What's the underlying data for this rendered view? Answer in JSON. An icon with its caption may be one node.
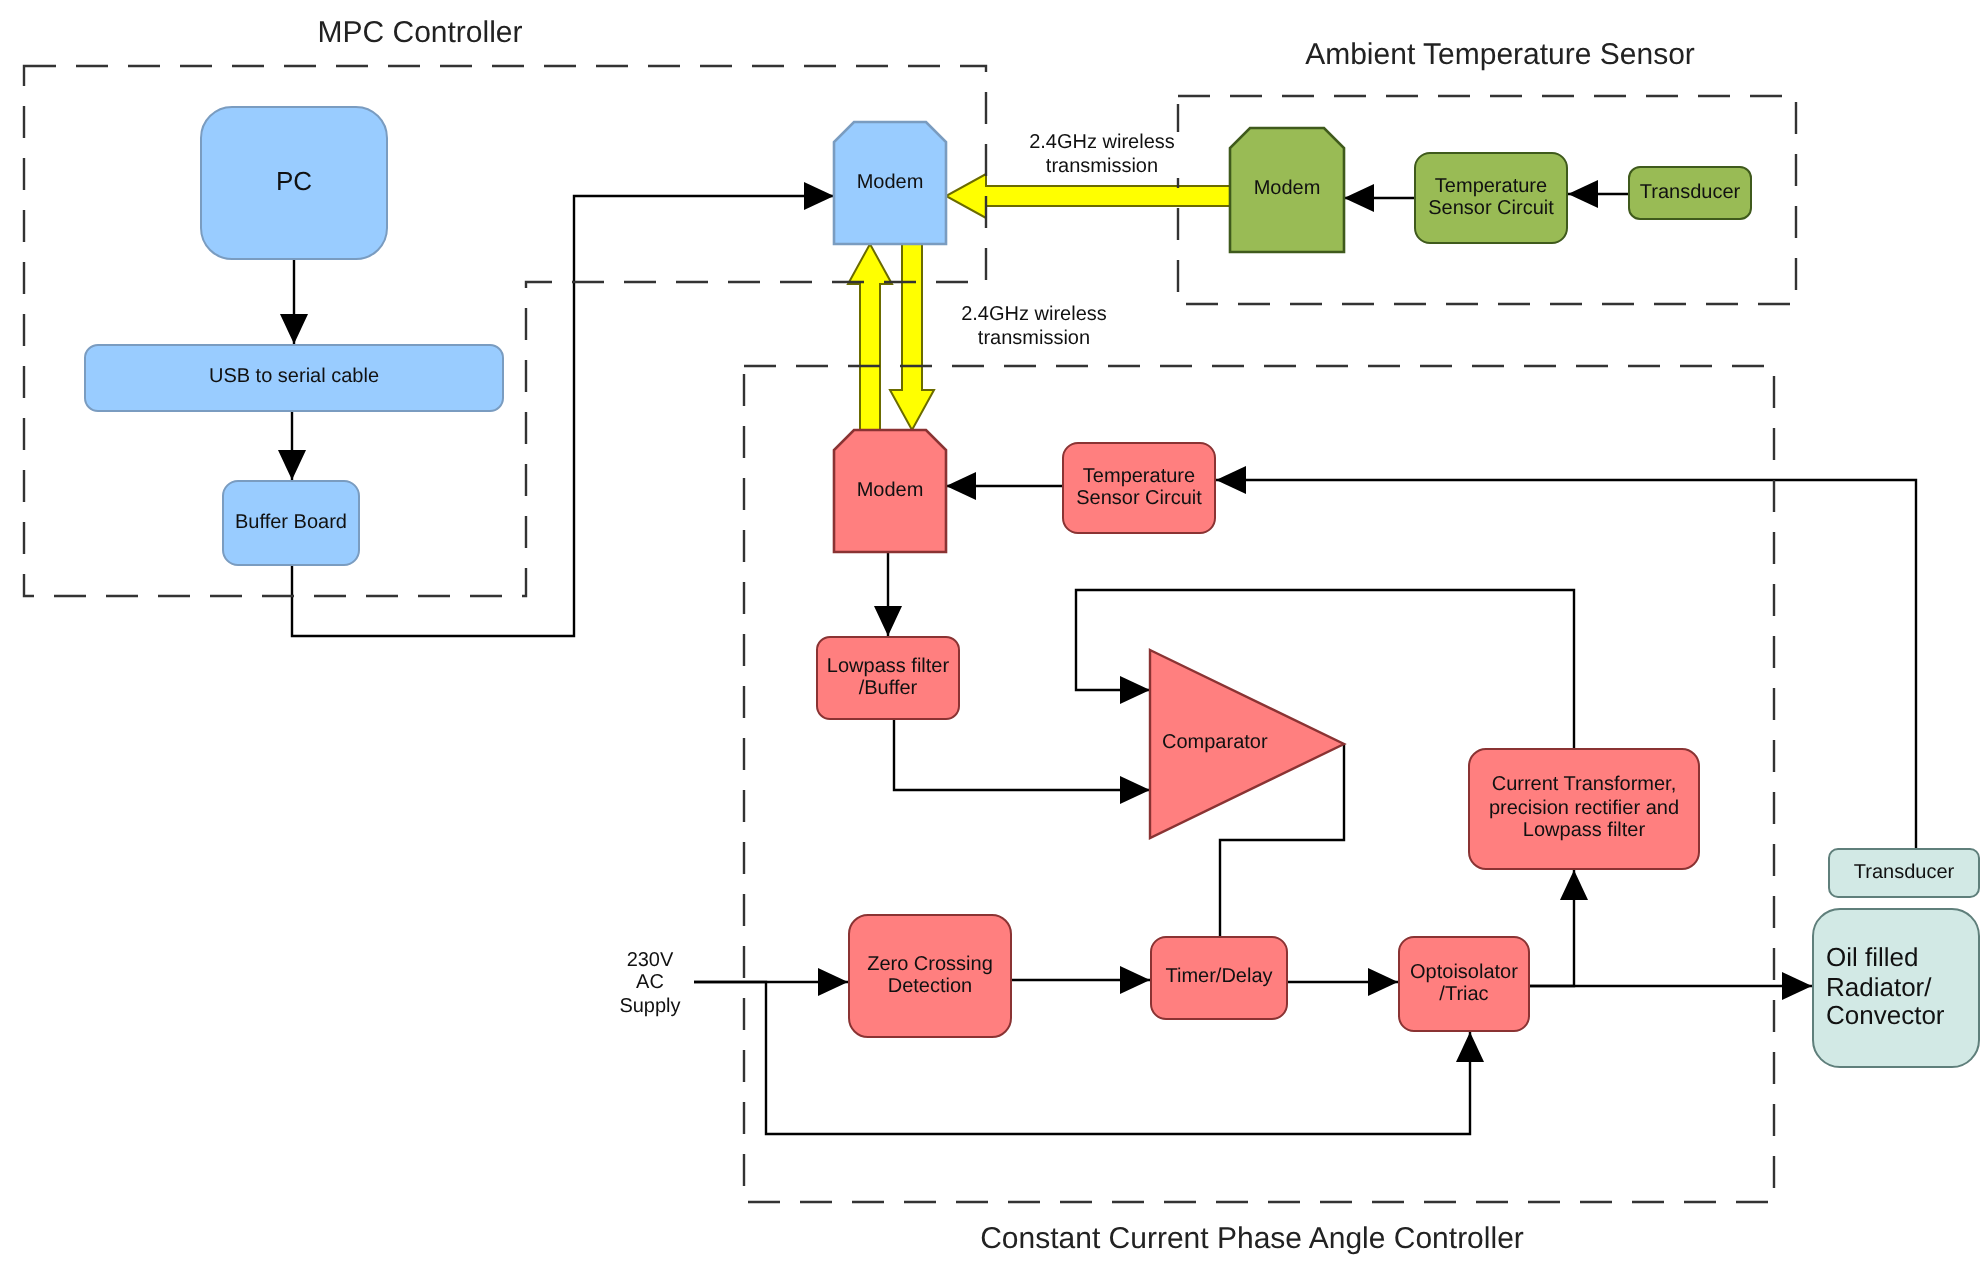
{
  "diagram": {
    "nodes": [
      {
        "text": [
          "MPC Controller"
        ]
      },
      {
        "text": [
          "PC"
        ],
        "in": 0
      },
      {
        "text": [
          "USB to serial cable"
        ],
        "in": 0
      },
      {
        "text": [
          "Buffer Board"
        ],
        "in": 0
      },
      {
        "text": [
          "Modem"
        ],
        "in": 0
      },
      {
        "text": [
          "Ambient Temperature Sensor"
        ]
      },
      {
        "text": [
          "Modem"
        ],
        "in": 5
      },
      {
        "text": [
          "Temperature Sensor Circuit"
        ],
        "in": 5
      },
      {
        "text": [
          "Transducer"
        ],
        "in": 5
      },
      {
        "text": [
          "Constant Current Phase Angle Controller"
        ]
      },
      {
        "text": [
          "Modem"
        ],
        "in": 9
      },
      {
        "text": [
          "Temperature Sensor Circuit"
        ],
        "in": 9
      },
      {
        "text": [
          "Lowpass filter /Buffer"
        ],
        "in": 9
      },
      {
        "text": [
          "Comparator"
        ],
        "in": 9
      },
      {
        "text": [
          "Current Transformer, precision rectifier and Lowpass filter"
        ],
        "in": 9
      },
      {
        "text": [
          "Zero Crossing Detection"
        ],
        "in": 9
      },
      {
        "text": [
          "Timer/Delay"
        ],
        "in": 9
      },
      {
        "text": [
          "Optoisolator /Triac"
        ],
        "in": 9
      },
      {
        "text": [
          "Transducer"
        ]
      },
      {
        "text": [
          "Oil filled Radiator/ Convector"
        ]
      },
      {
        "text": [
          "230V AC Supply"
        ]
      }
    ],
    "edges": [
      {
        "from": 1,
        "to": 2,
        "arrow": "to"
      },
      {
        "from": 2,
        "to": 3,
        "arrow": "to"
      },
      {
        "from": 3,
        "to": 4,
        "arrow": "to"
      },
      {
        "from": 6,
        "to": 4,
        "arrow": "to",
        "label": "2.4GHz wireless transmission",
        "style": "thick",
        "color": "#ffff00"
      },
      {
        "from": 7,
        "to": 6,
        "arrow": "to"
      },
      {
        "from": 8,
        "to": 7,
        "arrow": "to"
      },
      {
        "from": 4,
        "to": 10,
        "arrow": "to",
        "label": "2.4GHz wireless transmission",
        "style": "thick",
        "color": "#ffff00"
      },
      {
        "from": 10,
        "to": 4,
        "arrow": "to",
        "style": "thick",
        "color": "#ffff00"
      },
      {
        "from": 11,
        "to": 10,
        "arrow": "to"
      },
      {
        "from": 18,
        "to": 11,
        "arrow": "to"
      },
      {
        "from": 10,
        "to": 12,
        "arrow": "to"
      },
      {
        "from": 12,
        "to": 13,
        "arrow": "to"
      },
      {
        "from": 14,
        "to": 13,
        "arrow": "to"
      },
      {
        "from": 13,
        "to": 16,
        "arrow": "none"
      },
      {
        "from": 20,
        "to": 15,
        "arrow": "to"
      },
      {
        "from": 15,
        "to": 16,
        "arrow": "to"
      },
      {
        "from": 16,
        "to": 17,
        "arrow": "to"
      },
      {
        "from": 20,
        "to": 17,
        "arrow": "to"
      },
      {
        "from": 17,
        "to": 19,
        "arrow": "to"
      },
      {
        "from": 17,
        "to": 14,
        "arrow": "to"
      }
    ]
  }
}
